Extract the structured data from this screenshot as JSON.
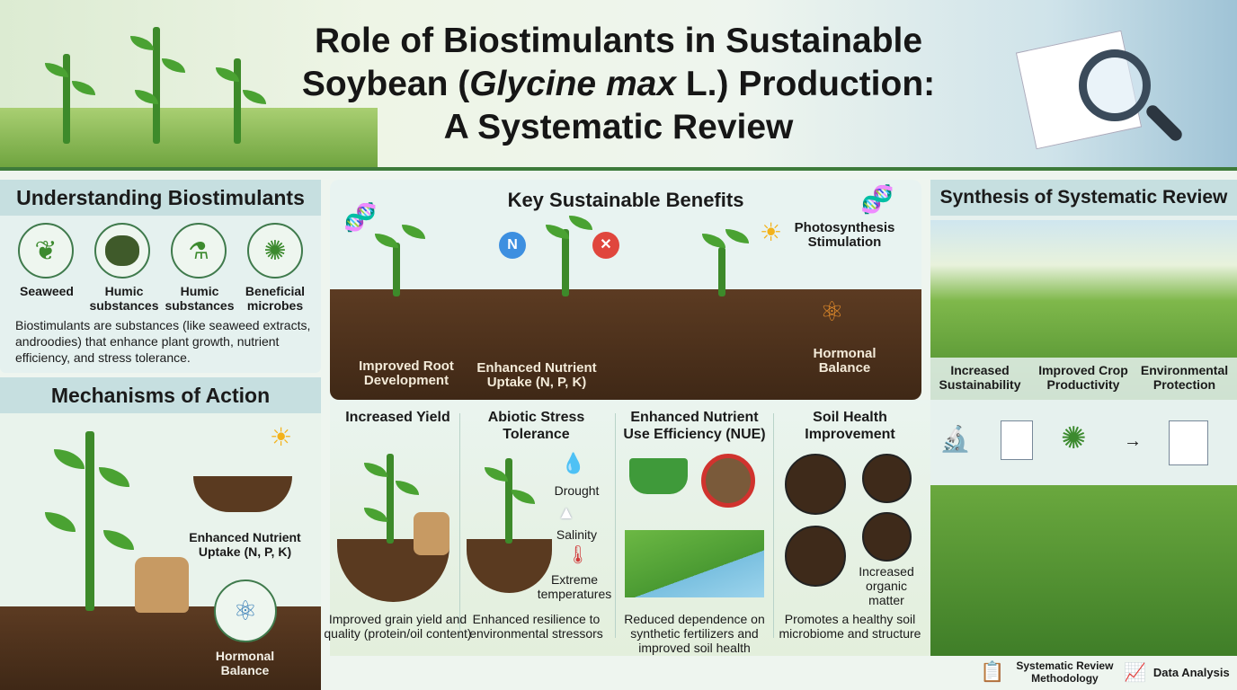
{
  "title": {
    "line1": "Role of Biostimulants in Sustainable",
    "line2_pre": "Soybean (",
    "line2_italic": "Glycine max",
    "line2_post": " L.) Production:",
    "line3": "A Systematic Review"
  },
  "understanding": {
    "heading": "Understanding Biostimulants",
    "items": [
      {
        "label1": "Seaweed",
        "label2": "",
        "icon": "seaweed-icon"
      },
      {
        "label1": "Humic",
        "label2": "substances",
        "icon": "humic-icon"
      },
      {
        "label1": "Humic",
        "label2": "substances",
        "icon": "flask-icon"
      },
      {
        "label1": "Beneficial",
        "label2": "microbes",
        "icon": "microbe-icon"
      }
    ],
    "description": "Biostimulants are substances (like seaweed extracts, androodies) that enhance plant growth, nutrient efficiency, and stress tolerance."
  },
  "mechanisms": {
    "heading": "Mechanisms of Action",
    "uptake": "Enhanced Nutrient Uptake (N, P, K)",
    "hormonal": "Hormonal Balance"
  },
  "benefits": {
    "heading": "Key Sustainable Benefits",
    "root": "Improved Root Development",
    "uptake": "Enhanced Nutrient Uptake (N, P, K)",
    "photo": "Photosynthesis Stimulation",
    "hormonal": "Hormonal Balance",
    "n_badge": "N",
    "x_badge": "✕"
  },
  "columns": [
    {
      "title": "Increased Yield",
      "desc": "Improved grain yield and quality (protein/oil content)"
    },
    {
      "title": "Abiotic Stress Tolerance",
      "desc": "Enhanced resilience to environmental stressors",
      "stressors": [
        "Drought",
        "Salinity",
        "Extreme temperatures"
      ]
    },
    {
      "title": "Enhanced Nutrient Use Efficiency (NUE)",
      "desc": "Reduced dependence on synthetic fertilizers and improved soil health"
    },
    {
      "title": "Soil Health Improvement",
      "desc": "Promotes a healthy soil microbiome and structure",
      "note": "Increased organic matter"
    }
  ],
  "synthesis": {
    "heading": "Synthesis of Systematic Review",
    "outcomes": [
      "Increased Sustainability",
      "Improved Crop Productivity",
      "Environmental Protection"
    ]
  },
  "legend": [
    {
      "label": "Systematic Review Methodology",
      "icon": "clipboard-search-icon"
    },
    {
      "label": "Data Analysis",
      "icon": "bar-chart-icon"
    }
  ],
  "colors": {
    "accent": "#3d7a3a",
    "soil": "#4a2f1b",
    "band": "#c6dfe0"
  }
}
